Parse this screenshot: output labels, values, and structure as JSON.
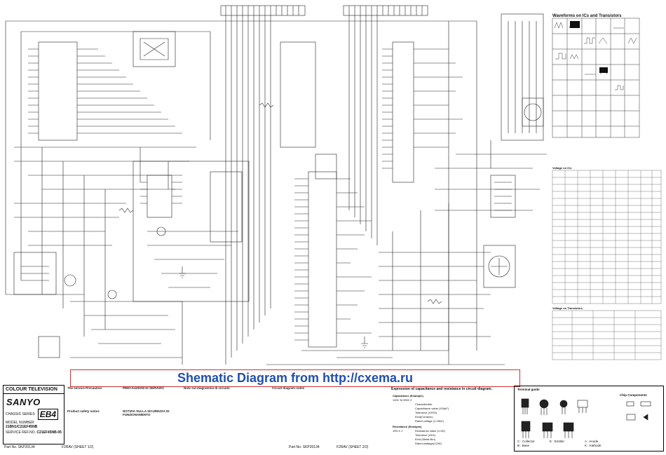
{
  "banner": {
    "text": "Shematic Diagram from http://cxema.ru"
  },
  "title_block": {
    "product": "COLOUR TELEVISION",
    "brand": "SANYO",
    "chassis_label": "CHASSIS SERIES",
    "chassis": "EB4",
    "model_label": "MODEL NUMBER",
    "model": "21BN1/C21EF45NB",
    "service_label": "SERVICE REF.NO.",
    "service": "C21EF45NB-05"
  },
  "notes": {
    "service_precaution": "The service Precaution",
    "precauzioni": "PRECAUZIONI DI SERVIZIO",
    "notizie": "NOTIZIA SULLA SICUREZZA DI FUNZIONAMENTO",
    "product_safety": "Product safety notice",
    "circuit_notes": "Note sul diagramma di circuito",
    "diagram_notes": "Circuit diagram notes"
  },
  "part_numbers": {
    "left": "Part No. SKP20134",
    "left_sheet": "F2RAV    (SHEET 1/2)",
    "mid": "Part No. SKP20134",
    "mid_sheet": "F2RAV    (SHEET 2/2)"
  },
  "waveforms": {
    "title": "Waveforms on ICs and Transistors"
  },
  "voltage": {
    "ics": "Voltage on ICs",
    "transistors": "Voltage on Transistors"
  },
  "legend": {
    "title": "Expression of capacitance and resistance in circuit diagram.",
    "capacitance": "Capacitance (Example)",
    "cap_example": "100C M 0502 Z",
    "cap_lines": [
      "Characteristic",
      "Capacitance value (100pF)",
      "Tolerance (±20%)",
      "Kind(Ceramic)",
      "Rated voltage (1.00kV)"
    ],
    "resistance": "Resistance (Example)",
    "res_example": "1R0 K J",
    "res_lines": [
      "Resistance value (1.0Ω)",
      "Tolerance (±5%)",
      "Kind (Metal film)",
      "Rated wattage(1/2W)"
    ]
  },
  "terminal_guide": {
    "title": "Terminal guide",
    "chip_title": "Chip Components",
    "labels": [
      "C : Collector",
      "B : Base",
      "E : Emitter",
      "A : Anode",
      "K : Kathode"
    ]
  }
}
